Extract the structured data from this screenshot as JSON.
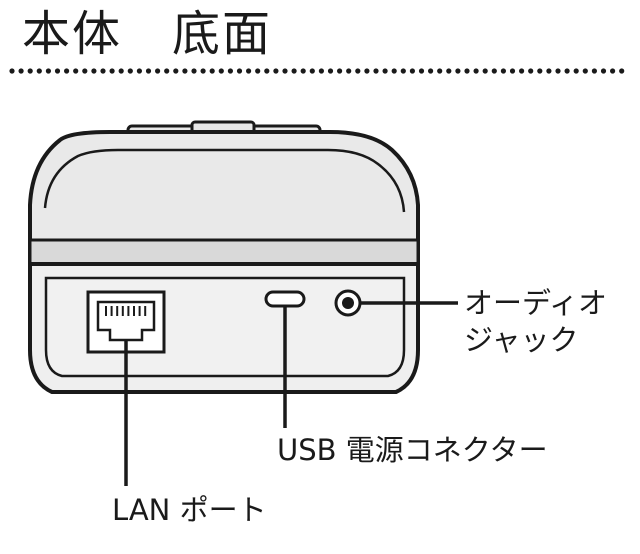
{
  "page": {
    "title": "本体　底面"
  },
  "labels": {
    "audio_jack_line1": "オーディオ",
    "audio_jack_line2": "ジャック",
    "usb": "USB 電源コネクター",
    "lan": "LAN ポート"
  },
  "colors": {
    "outline": "#1a1a1a",
    "body_fill": "#ececec",
    "background": "#ffffff"
  }
}
